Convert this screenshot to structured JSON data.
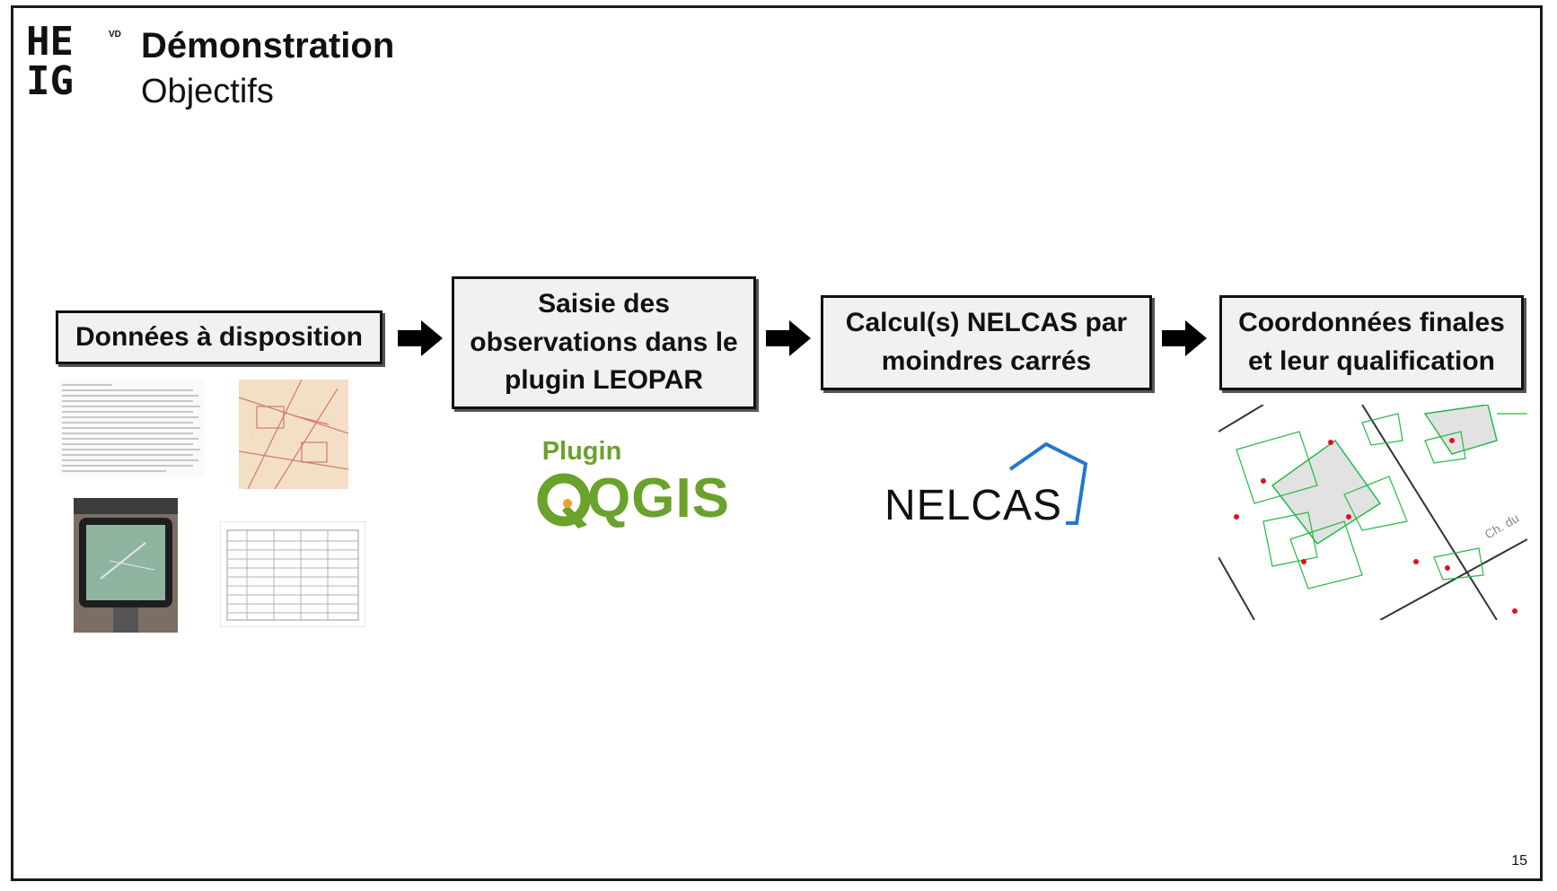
{
  "slide": {
    "logo": {
      "line1": "HE",
      "line2": "IG",
      "suffix": "VD"
    },
    "title": "Démonstration",
    "subtitle": "Objectifs",
    "page_number": "15"
  },
  "steps": [
    {
      "label": "Données à disposition"
    },
    {
      "label": "Saisie des observations dans le plugin LEOPAR"
    },
    {
      "label": "Calcul(s) NELCAS par moindres carrés"
    },
    {
      "label": "Coordonnées finales et leur qualification"
    }
  ],
  "logos": {
    "plugin_label": "Plugin",
    "qgis_label": "QGIS",
    "nelcas_label": "NELCAS"
  },
  "map": {
    "street_label": "Ch. du"
  },
  "colors": {
    "box_fill": "#f1f1f1",
    "qgis_green": "#6aa22c",
    "nelcas_blue": "#2277cc",
    "map_green": "#22bb44",
    "map_red": "#dd1122"
  }
}
